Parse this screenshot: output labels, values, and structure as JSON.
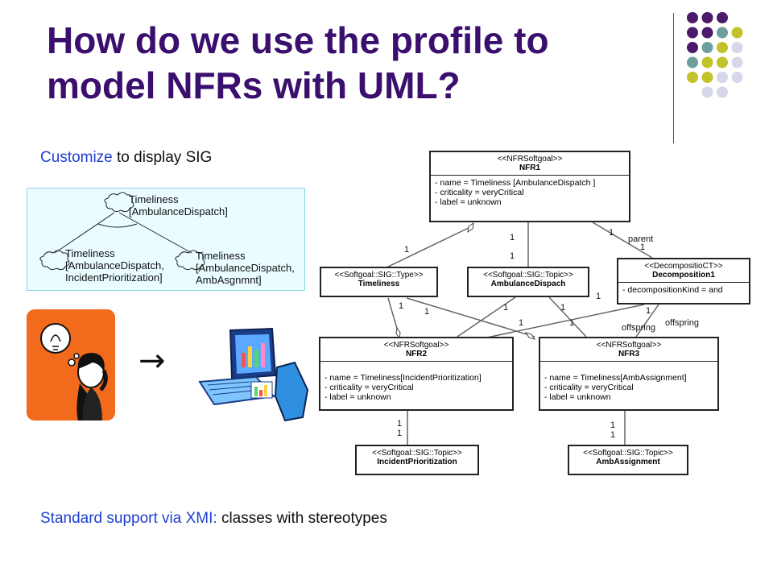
{
  "slide": {
    "title": "How do we use the profile to model NFRs with UML?",
    "caption_top": {
      "highlight": "Customize",
      "rest": " to display SIG"
    },
    "caption_bottom": {
      "highlight": "Standard support via XMI:",
      "rest": " classes with stereotypes"
    },
    "arrow": "→"
  },
  "theme": {
    "title_color": "#3a0f6e",
    "accent_blue": "#1f3fcf",
    "dot_purple": "#4b1a6b",
    "dot_teal": "#6f9e9e",
    "dot_olive": "#c2c22a",
    "dot_lavender": "#d7d7ea"
  },
  "sig_diagram": {
    "top": [
      "Timeliness",
      "[AmbulanceDispatch]"
    ],
    "left": [
      "Timeliness",
      "[AmbulanceDispatch,",
      "IncidentPrioritization]"
    ],
    "right": [
      "Timeliness",
      "[AmbulanceDispatch,",
      "AmbAsgnmnt]"
    ]
  },
  "uml": {
    "nfr1": {
      "stereotype": "<<NFRSoftgoal>>",
      "name": "NFR1",
      "attrs": [
        "- name = Timeliness [AmbulanceDispatch ]",
        "- criticality = veryCritical",
        "- label = unknown"
      ]
    },
    "timeliness": {
      "stereotype": "<<Softgoal::SIG::Type>>",
      "name": "Timeliness"
    },
    "ambdispach": {
      "stereotype": "<<Softgoal::SIG::Topic>>",
      "name": "AmbulanceDispach"
    },
    "decomp1": {
      "stereotype": "<<DecompositioCT>>",
      "name": "Decomposition1",
      "attrs": [
        "- decompositionKind = and"
      ]
    },
    "nfr2": {
      "stereotype": "<<NFRSoftgoal>>",
      "name": "NFR2",
      "attrs": [
        "- name = Timeliness[IncidentPrioritization]",
        "- criticality = veryCritical",
        "- label = unknown"
      ]
    },
    "nfr3": {
      "stereotype": "<<NFRSoftgoal>>",
      "name": "NFR3",
      "attrs": [
        "- name = Timeliness[AmbAssignment]",
        "- criticality = veryCritical",
        "- label = unknown"
      ]
    },
    "incident": {
      "stereotype": "<<Softgoal::SIG::Topic>>",
      "name": "IncidentPrioritization"
    },
    "ambassign": {
      "stereotype": "<<Softgoal::SIG::Topic>>",
      "name": "AmbAssignment"
    }
  },
  "edge_labels": {
    "one": "1",
    "parent": "parent",
    "offspring": "offspring"
  }
}
